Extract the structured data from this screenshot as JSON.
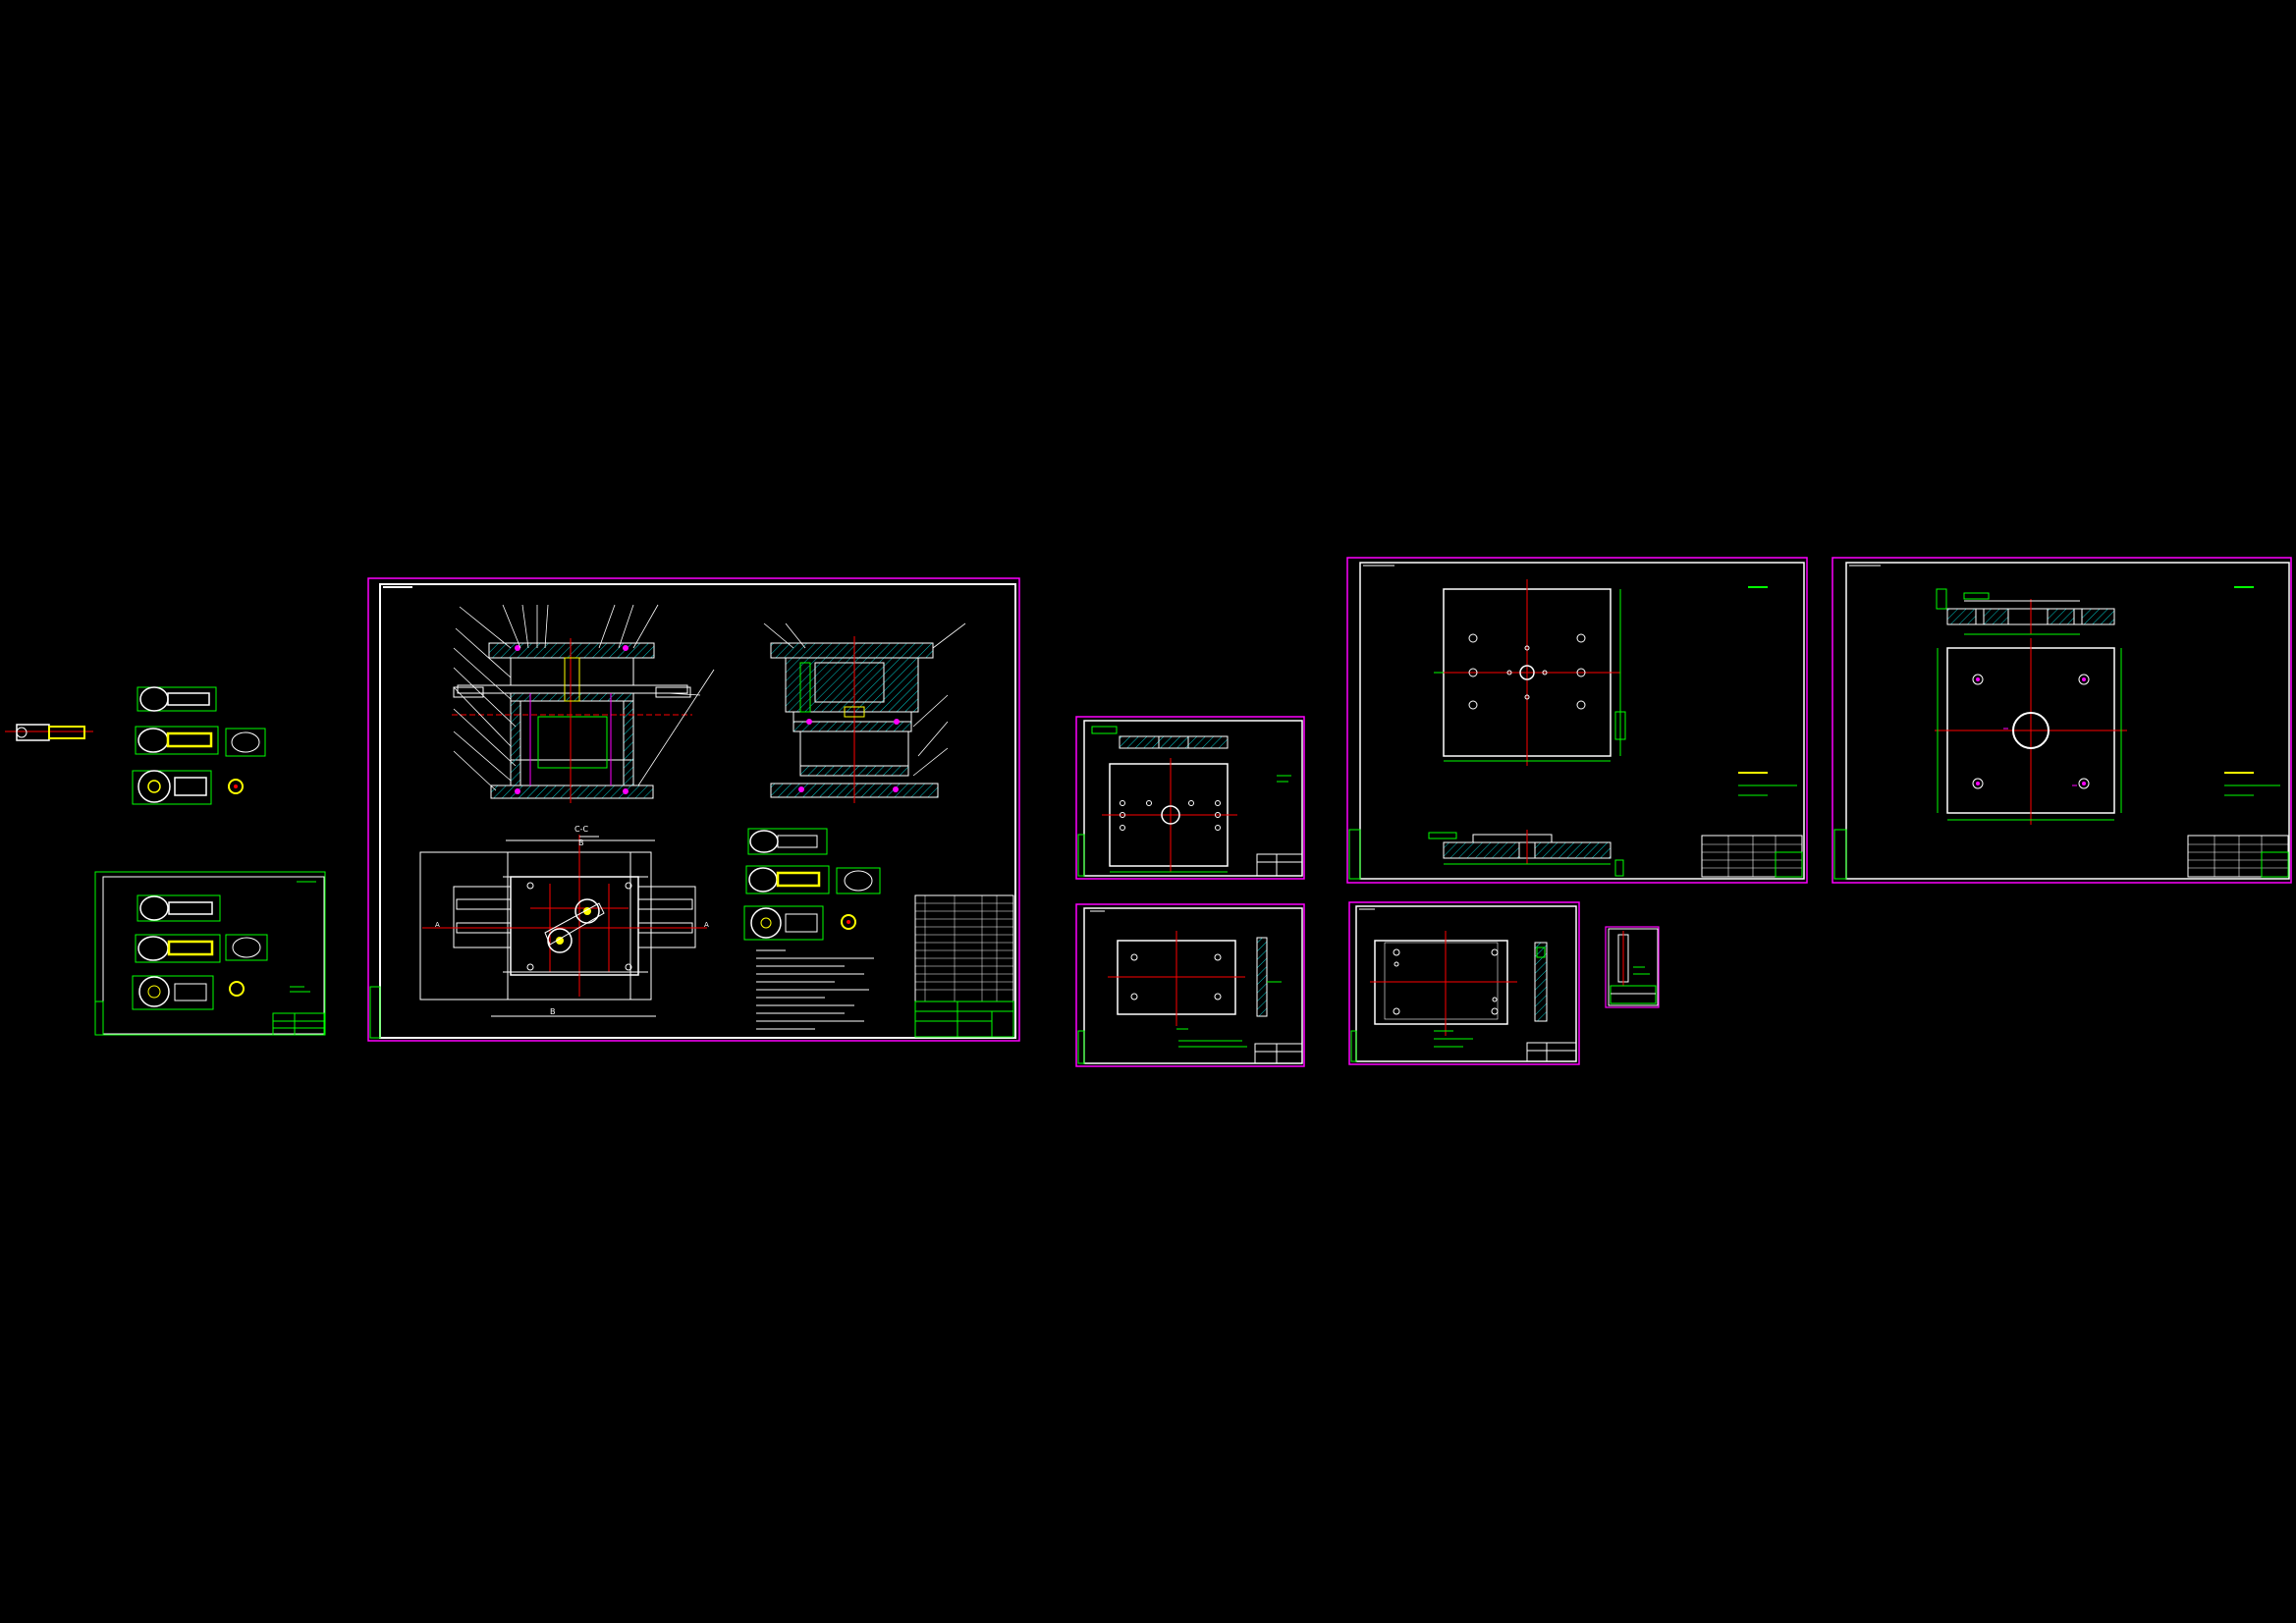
{
  "viewport": {
    "background": "#000000",
    "palette": {
      "sheet_border": "#ff00ff",
      "inner_frame": "#ffffff",
      "green": "#00ff00",
      "cyan": "#00ffff",
      "yellow": "#ffff00",
      "red": "#ff0000",
      "hatch": "#00c8c8"
    }
  },
  "labels": {
    "section_c": "C-C",
    "section_b1": "B",
    "section_b2": "B",
    "section_a_left": "A",
    "section_a_right": "A"
  }
}
